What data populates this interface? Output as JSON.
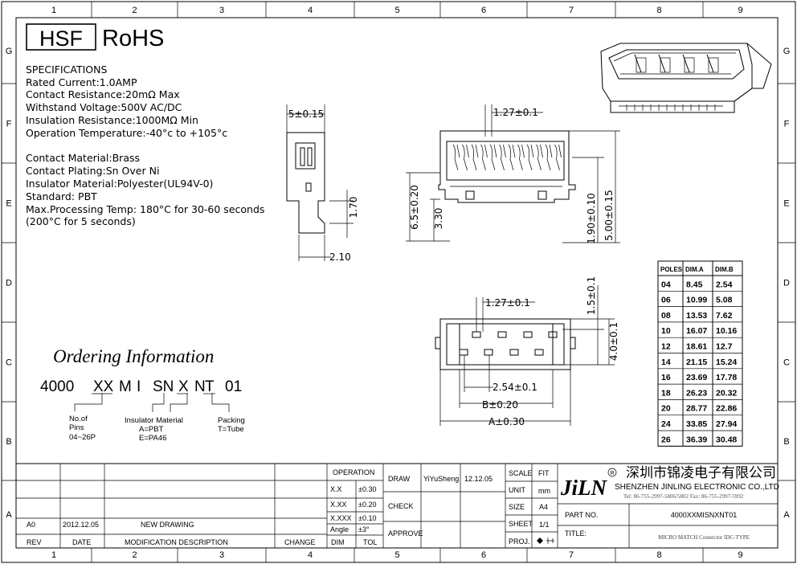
{
  "grid": {
    "cols": [
      "1",
      "2",
      "3",
      "4",
      "5",
      "6",
      "7",
      "8",
      "9"
    ],
    "rows": [
      "G",
      "F",
      "E",
      "D",
      "C",
      "B",
      "A"
    ]
  },
  "header": {
    "hsf": "HSF",
    "rohs": "RoHS"
  },
  "specs": [
    "SPECIFICATIONS",
    "Rated  Current:1.0AMP",
    "Contact  Resistance:20mΩ  Max",
    "Withstand  Voltage:500V  AC/DC",
    "Insulation  Resistance:1000MΩ  Min",
    "Operation  Temperature:-40°c  to  +105°c",
    "",
    "Contact  Material:Brass",
    "Contact  Plating:Sn  Over  Ni",
    "Insulator  Material:Polyester(UL94V-0)",
    "Standard:       PBT",
    "Max.Processing  Temp:  180°C  for  30-60  seconds",
    "                              (200°C  for  5  seconds)"
  ],
  "ordering": {
    "title": "Ordering Information",
    "code": [
      "4000",
      "XX",
      "M",
      "I",
      "SN",
      "X",
      "N",
      "T",
      "01"
    ],
    "pins_label": [
      "No.of",
      "Pins",
      "04~26P"
    ],
    "insulator_label": [
      "Insulator  Material",
      "A=PBT",
      "E=PA46"
    ],
    "packing_label": [
      "Packing",
      "T=Tube"
    ]
  },
  "dims": {
    "side_width": "5±0.15",
    "side_h": "1.70",
    "side_w2": "2.10",
    "front_pitch": "1.27±0.1",
    "front_h1": "6.5±0.20",
    "front_h2": "3.30",
    "front_h3": "1.90±0.10",
    "front_h4": "5.00±0.15",
    "bottom_pitch": "1.27±0.1",
    "bottom_v1": "1.5±0.1",
    "bottom_v2": "4.0±0.1",
    "bottom_pitch2": "2.54±0.1",
    "dim_b": "B±0.20",
    "dim_a": "A±0.30"
  },
  "poles_table": {
    "headers": [
      "POLES",
      "DIM.A",
      "DIM.B"
    ],
    "rows": [
      [
        "04",
        "8.45",
        "2.54"
      ],
      [
        "06",
        "10.99",
        "5.08"
      ],
      [
        "08",
        "13.53",
        "7.62"
      ],
      [
        "10",
        "16.07",
        "10.16"
      ],
      [
        "12",
        "18.61",
        "12.7"
      ],
      [
        "14",
        "21.15",
        "15.24"
      ],
      [
        "16",
        "23.69",
        "17.78"
      ],
      [
        "18",
        "26.23",
        "20.32"
      ],
      [
        "20",
        "28.77",
        "22.86"
      ],
      [
        "24",
        "33.85",
        "27.94"
      ],
      [
        "26",
        "36.39",
        "30.48"
      ]
    ]
  },
  "title_block": {
    "rev_row": {
      "rev": "A0",
      "date": "2012.12.05",
      "desc": "NEW DRAWING"
    },
    "rev_headers": {
      "rev": "REV",
      "date": "DATE",
      "desc": "MODIFICATION  DESCRIPTION",
      "change": "CHANGE"
    },
    "operation": "OPERATION",
    "tol_rows": [
      [
        "X.X",
        "±0.30"
      ],
      [
        "X.XX",
        "±0.20"
      ],
      [
        "X.XXX",
        "±0.10"
      ],
      [
        "Angle",
        "±3°"
      ]
    ],
    "dim_tol": [
      "DIM",
      "TOL"
    ],
    "draw": "DRAW",
    "draw_name": "YiYuSheng",
    "draw_date": "12.12.05",
    "check": "CHECK",
    "approve": "APPROVE",
    "scale": "SCALE",
    "scale_val": "FIT",
    "unit": "UNIT",
    "unit_val": "mm",
    "size": "SIZE",
    "size_val": "A4",
    "sheet": "SHEET",
    "sheet_val": "1/1",
    "proj": "PROJ.",
    "logo": "JiLN",
    "company_cn": "深圳市锦凌电子有限公司",
    "company_en": "SHENZHEN JINLING ELECTRONIC CO.,LTD",
    "tel": "Tel: 86-755-2997-5806/5802    Fax: 86-755-2997-5992",
    "part_no_label": "PART  NO.",
    "part_no": "4000XXMISNXNT01",
    "title_label": "TITLE:",
    "title": "MICRO MATCH Connector IDC-TYPE"
  }
}
